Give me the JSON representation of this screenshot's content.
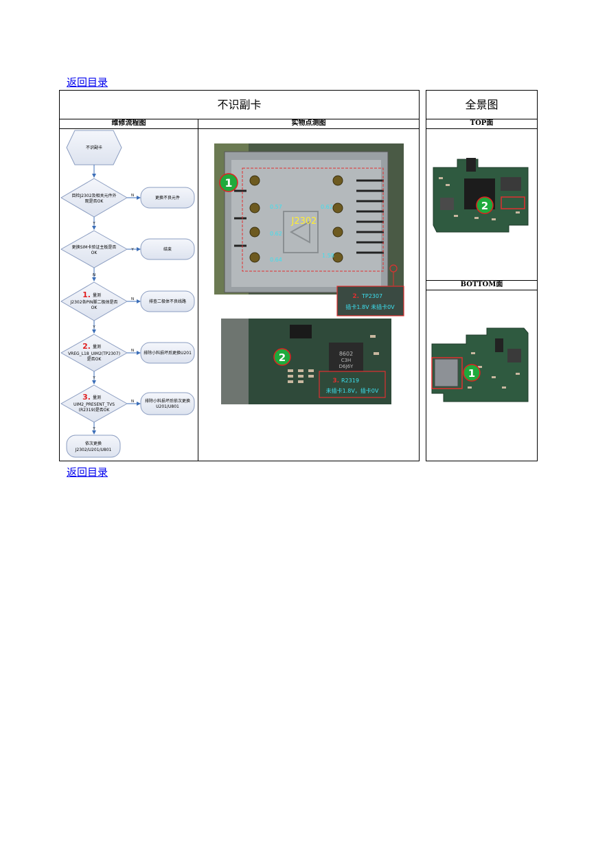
{
  "nav": {
    "back_link": "返回目录"
  },
  "table": {
    "title": "不识副卡",
    "col_flowchart": "维修流程图",
    "col_photo": "实物点测图"
  },
  "panorama": {
    "title": "全景图",
    "top_label": "TOP面",
    "bottom_label": "BOTTOM面",
    "top_marker": "2",
    "bottom_marker": "1"
  },
  "flowchart": {
    "start": "不识副卡",
    "steps": [
      {
        "number": "",
        "lines": [
          "目检J2302及相关元件外",
          "观是否OK"
        ],
        "no_label": "N",
        "yes_label": "Y",
        "action": [
          "更换不良元件"
        ]
      },
      {
        "number": "",
        "lines": [
          "更换SIM卡验证主板是否",
          "OK"
        ],
        "no_label": "Y",
        "yes_label": "N",
        "action": [
          "结束"
        ]
      },
      {
        "number": "1.",
        "lines": [
          "量测",
          "J2302各PIN脚二极体是否",
          "OK"
        ],
        "no_label": "N",
        "yes_label": "Y",
        "action": [
          "排查二极体不良线路"
        ]
      },
      {
        "number": "2.",
        "lines": [
          "量测",
          "VREG_L18_UIM2(TP2307)",
          "是否OK"
        ],
        "no_label": "N",
        "yes_label": "Y",
        "action": [
          "排除小料损坏后更换U201"
        ]
      },
      {
        "number": "3.",
        "lines": [
          "量测",
          "UIM2_PRESENT_TVS",
          "(R2319)是否OK"
        ],
        "no_label": "N",
        "yes_label": "Y",
        "action": [
          "排除小料损坏后依次更换",
          "U201/U801"
        ]
      }
    ],
    "end": [
      "依次更换",
      "J2302/U201/U801"
    ]
  },
  "photo": {
    "connector_name": "J2302",
    "marker_1": "1",
    "marker_2": "2",
    "pin_values": [
      "0.57",
      "0.62",
      "0.64",
      "0.62",
      "1.58"
    ],
    "tp_number": "2.",
    "tp_name": "TP2307",
    "tp_values": "插卡1.8V 未插卡0V",
    "r_number": "3.",
    "r_name": "R2319",
    "r_values": "未插卡1.8V，插卡0V",
    "chip_text": [
      "8602",
      "C3H",
      "D6J6Y"
    ]
  }
}
